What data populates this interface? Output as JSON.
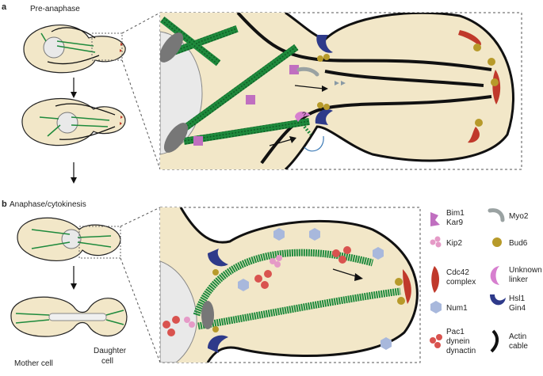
{
  "panels": {
    "a": {
      "letter": "a",
      "stage_label": "Pre-anaphase"
    },
    "b": {
      "letter": "b",
      "stage_label": "Anaphase/cytokinesis"
    }
  },
  "cells": {
    "mother_label": "Mother cell",
    "daughter_label_1": "Daughter",
    "daughter_label_2": "cell"
  },
  "callout": {
    "unknown_mark": "?"
  },
  "legend": [
    {
      "id": "bim1-kar9",
      "lines": [
        "Bim1",
        "Kar9"
      ],
      "color": "#c06fc0"
    },
    {
      "id": "kip2",
      "lines": [
        "Kip2"
      ],
      "color": "#e59ac7"
    },
    {
      "id": "cdc42",
      "lines": [
        "Cdc42",
        "complex"
      ],
      "color": "#c0392b"
    },
    {
      "id": "num1",
      "lines": [
        "Num1"
      ],
      "color": "#a8b8dc"
    },
    {
      "id": "pac1",
      "lines": [
        "Pac1",
        "dynein",
        "dynactin"
      ],
      "color": "#d9534f"
    },
    {
      "id": "myo2",
      "lines": [
        "Myo2"
      ],
      "color": "#9aa2a2"
    },
    {
      "id": "bud6",
      "lines": [
        "Bud6"
      ],
      "color": "#b79a2a"
    },
    {
      "id": "unknown-linker",
      "lines": [
        "Unknown",
        "linker"
      ],
      "color": "#d77fcf"
    },
    {
      "id": "hsl1-gin4",
      "lines": [
        "Hsl1",
        "Gin4"
      ],
      "color": "#2e3a8a"
    },
    {
      "id": "actin",
      "lines": [
        "Actin",
        "cable"
      ],
      "color": "#111111"
    }
  ],
  "colors": {
    "cytoplasm": "#f2e7c8",
    "cell_outline": "#222222",
    "microtubule": "#1e8a3c",
    "nucleus": "#e9e9e9",
    "spindle_pole_body": "#777777"
  }
}
